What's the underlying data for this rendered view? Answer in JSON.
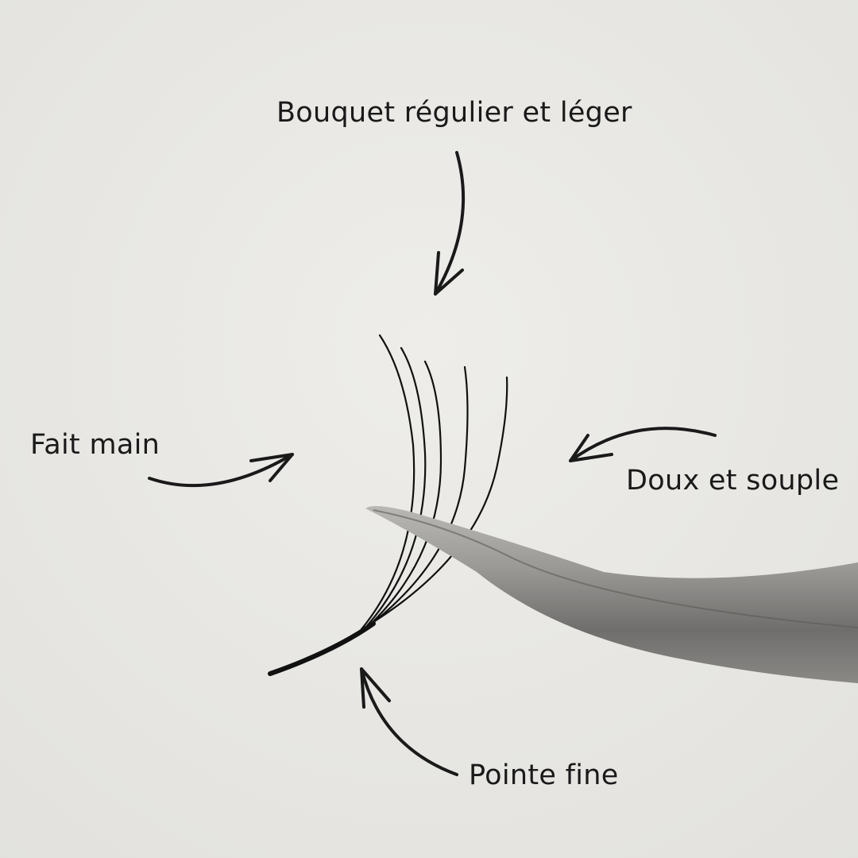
{
  "annotations": {
    "top": "Bouquet régulier et léger",
    "left": "Fait main",
    "right": "Doux et souple",
    "bottom": "Pointe fine"
  },
  "colors": {
    "background": "#e8e7e3",
    "ink": "#1a1a1a",
    "tweezers": "#8d8c8a"
  }
}
